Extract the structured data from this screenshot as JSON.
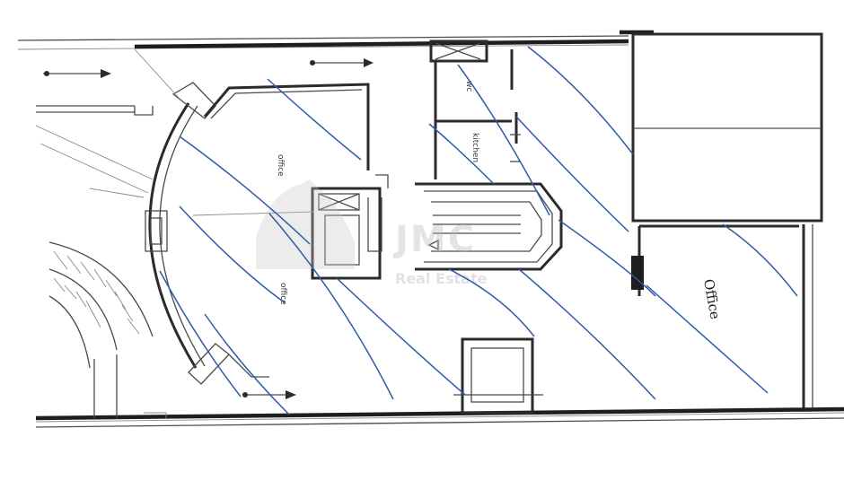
{
  "labels": {
    "office_room": "Office"
  },
  "watermark": {
    "name": "JMC",
    "subtitle": "Real Estate"
  },
  "colors": {
    "line": "#2b2b2b",
    "markup": "#2f5aa8",
    "watermark": "#b9b9b9"
  }
}
